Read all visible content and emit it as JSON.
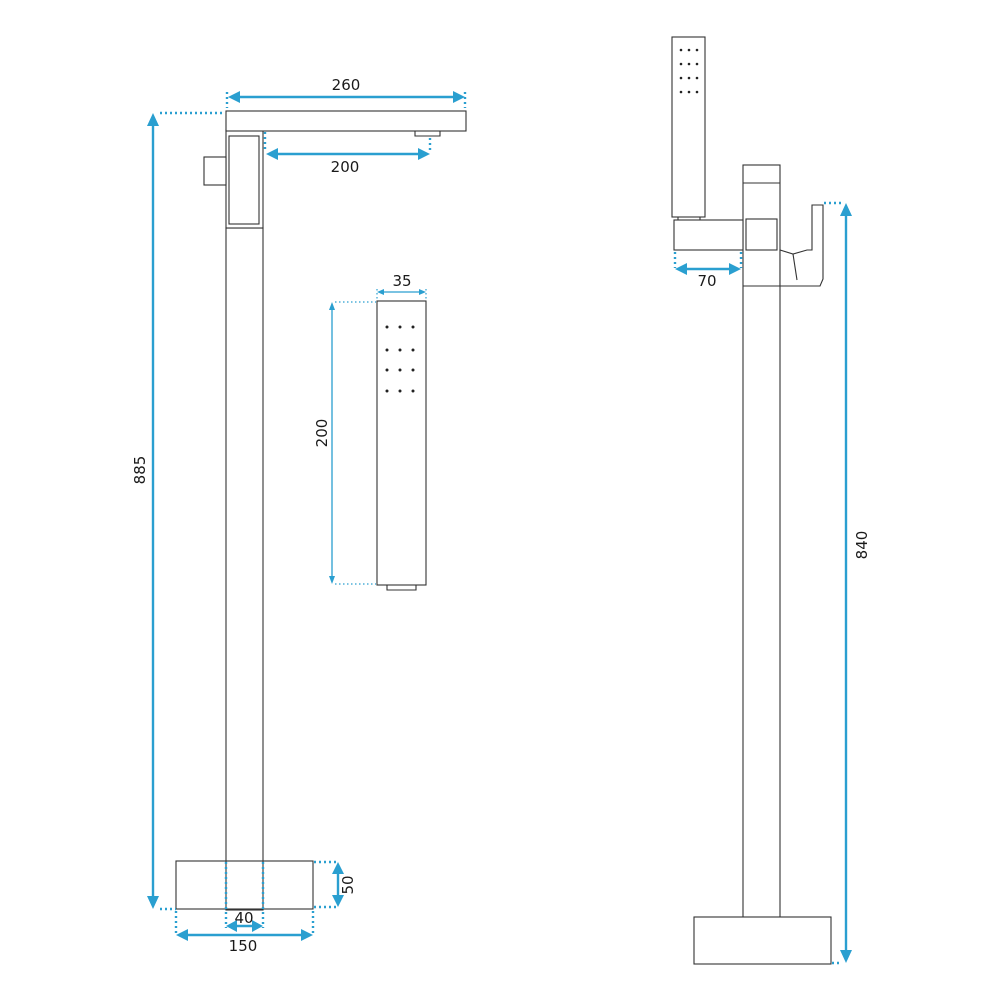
{
  "drawing": {
    "front_view": {
      "spout_length": "260",
      "spout_reach": "200",
      "total_height": "885",
      "base_height": "50",
      "column_width": "40",
      "base_width": "150"
    },
    "hand_shower": {
      "width": "35",
      "length": "200"
    },
    "side_view": {
      "holder_width": "70",
      "height": "840"
    },
    "colors": {
      "dimension": "#2a9fd0",
      "outline": "#333333"
    }
  }
}
